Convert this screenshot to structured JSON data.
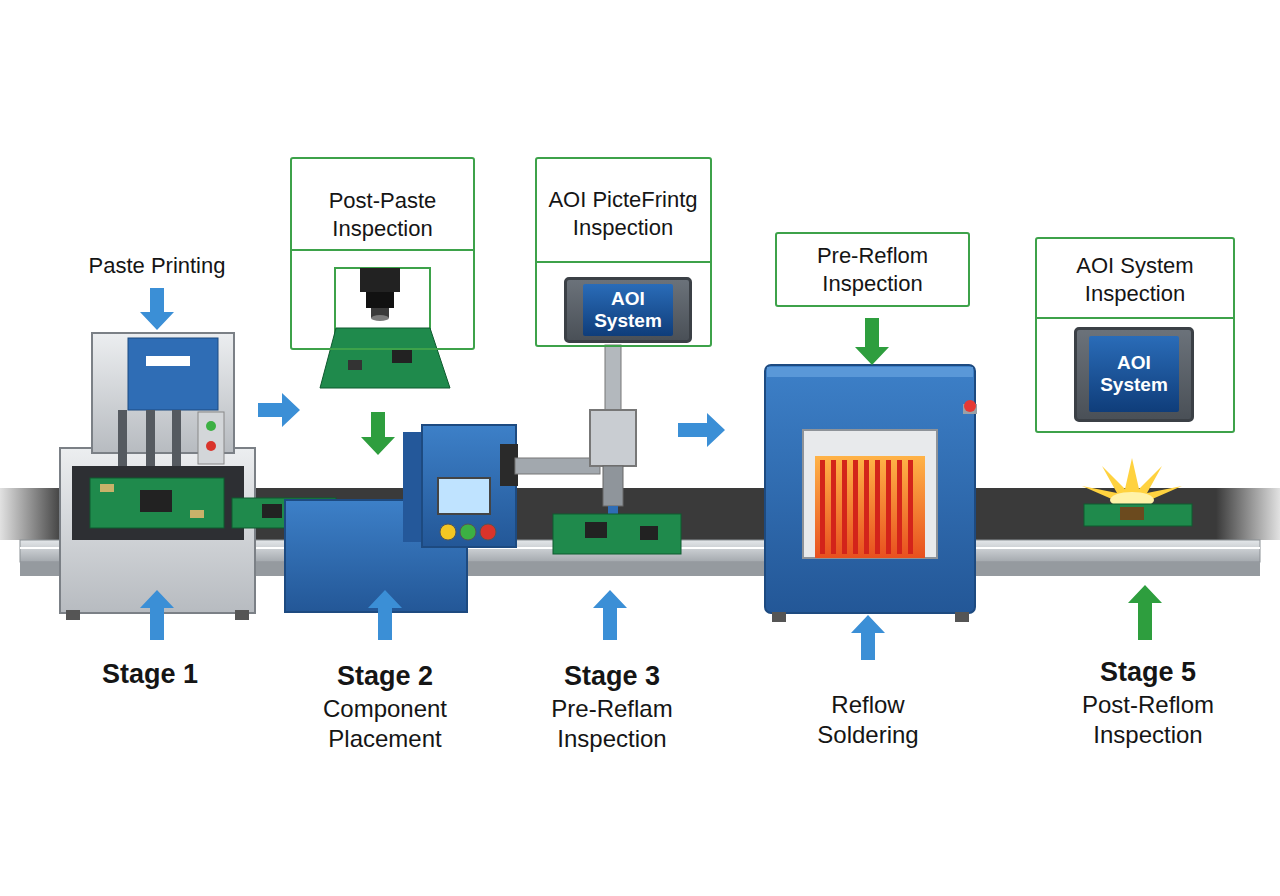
{
  "diagram": {
    "nodes": [
      {
        "text": [
          "Post-Paste Inspection"
        ]
      },
      {
        "text": [
          "AOI PicteFrintg Inspection"
        ]
      },
      {
        "text": [
          "AOI System"
        ],
        "in": 1
      },
      {
        "text": [
          "Pre-Reflom Inspection"
        ]
      },
      {
        "text": [
          "AOI System Inspection"
        ]
      },
      {
        "text": [
          "AOI System"
        ],
        "in": 4
      }
    ],
    "labels": [
      "Paste Printing",
      "Stage 1",
      "Stage 2",
      "Component Placement",
      "Stage 3",
      "Pre-Reflam Inspection",
      "Reflow Soldering",
      "Stage 5",
      "Post-Reflom Inspection"
    ]
  }
}
